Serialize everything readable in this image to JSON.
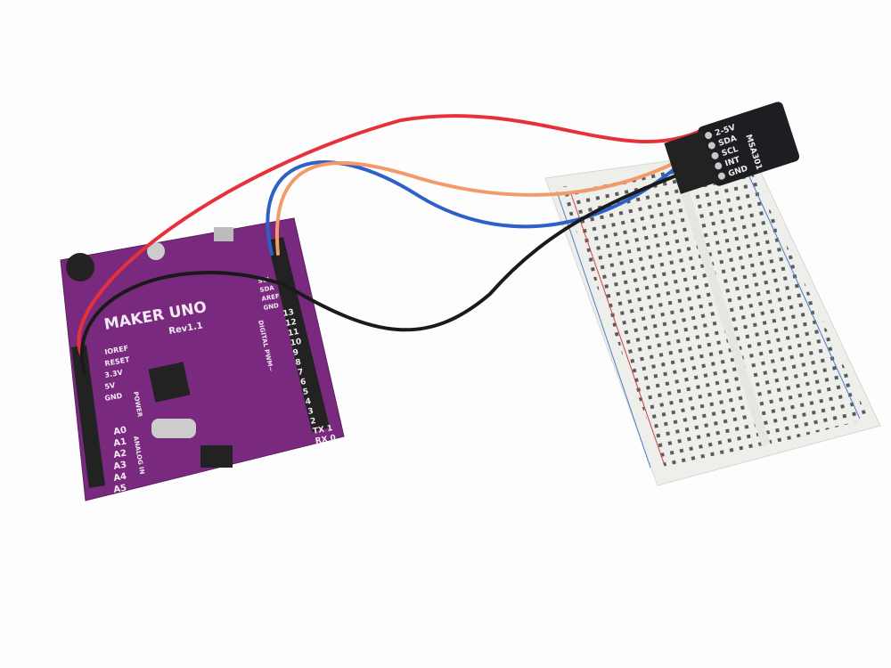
{
  "board": {
    "name": "MAKER UNO",
    "revision": "Rev1.1",
    "power_label": "POWER",
    "analog_label": "ANALOG IN",
    "digital_label": "DIGITAL PWM~",
    "power_pins": [
      "IOREF",
      "RESET",
      "3.3V",
      "5V",
      "GND"
    ],
    "analog_pins": [
      "A0",
      "A1",
      "A2",
      "A3",
      "A4",
      "A5"
    ],
    "digital_pins": [
      "13",
      "12",
      "11",
      "10",
      "9",
      "8",
      "7",
      "6",
      "5",
      "4",
      "3",
      "2",
      "TX 1",
      "RX 0"
    ],
    "top_pins": [
      "SCL",
      "SDA",
      "AREF",
      "GND"
    ],
    "color": "#7a2a7e"
  },
  "sensor": {
    "name": "MSA301",
    "pins": [
      "2-5V",
      "SDA",
      "SCL",
      "INT",
      "GND"
    ],
    "color": "#1e1e22"
  },
  "wires": {
    "red": "#e8303a",
    "blue": "#2f5fc8",
    "orange": "#f39a6a",
    "black": "#1a1a1a"
  },
  "breadboard": {
    "color": "#f2f2ee"
  }
}
